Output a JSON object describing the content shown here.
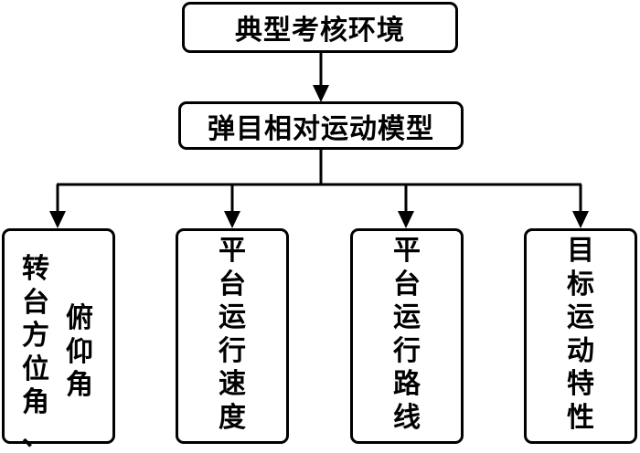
{
  "diagram": {
    "top_node": "典型考核环境",
    "middle_node": "弹目相对运动模型",
    "leaf_nodes": [
      {
        "col_main": "转台方位角、",
        "col_side": "俯仰角"
      },
      {
        "col_main": "平台运行速度"
      },
      {
        "col_main": "平台运行路线"
      },
      {
        "col_main": "目标运动特性"
      }
    ]
  }
}
